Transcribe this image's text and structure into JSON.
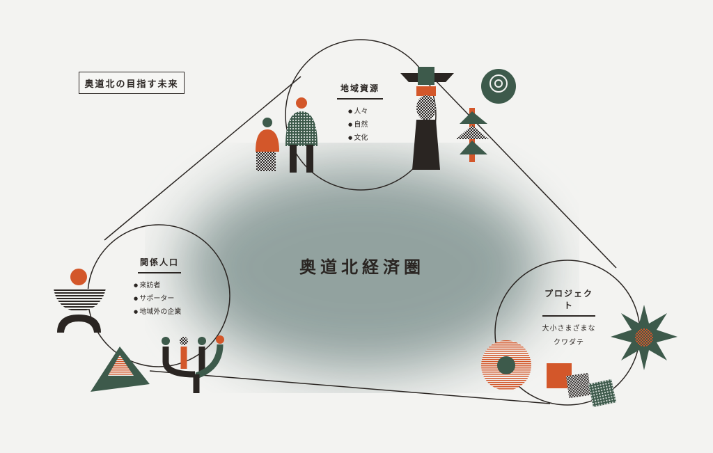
{
  "title_box": "奥道北の目指す未来",
  "center_title": "奥道北経済圏",
  "sections": {
    "resources": {
      "heading": "地域資源",
      "items": [
        "人々",
        "自然",
        "文化"
      ]
    },
    "population": {
      "heading": "関係人口",
      "items": [
        "来訪者",
        "サポーター",
        "地域外の企業"
      ]
    },
    "project": {
      "heading": "プロジェクト",
      "lines": [
        "大小さまざまな",
        "クワダテ"
      ]
    }
  },
  "colors": {
    "orange": "#d3572a",
    "green": "#3d5a4b",
    "dark": "#2a2522",
    "blob": "#8d9e9b"
  }
}
